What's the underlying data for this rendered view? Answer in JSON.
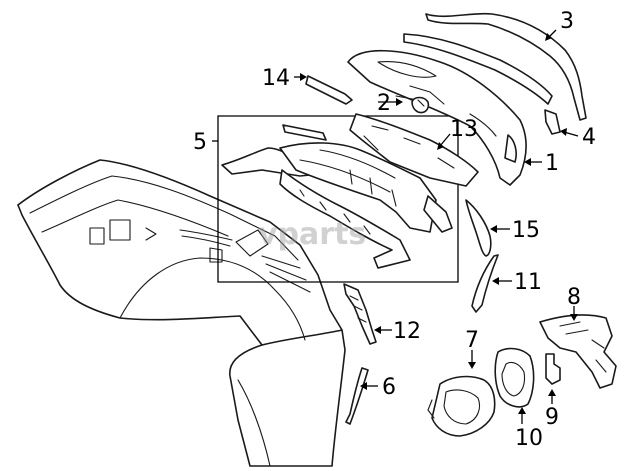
{
  "callouts": [
    {
      "id": "1",
      "label": "1"
    },
    {
      "id": "2",
      "label": "2"
    },
    {
      "id": "3",
      "label": "3"
    },
    {
      "id": "4",
      "label": "4"
    },
    {
      "id": "5",
      "label": "5"
    },
    {
      "id": "6",
      "label": "6"
    },
    {
      "id": "7",
      "label": "7"
    },
    {
      "id": "8",
      "label": "8"
    },
    {
      "id": "9",
      "label": "9"
    },
    {
      "id": "10",
      "label": "10"
    },
    {
      "id": "11",
      "label": "11"
    },
    {
      "id": "12",
      "label": "12"
    },
    {
      "id": "13",
      "label": "13"
    },
    {
      "id": "14",
      "label": "14"
    },
    {
      "id": "15",
      "label": "15"
    }
  ],
  "watermark": "vparts",
  "colors": {
    "line": "#1a1a1a",
    "watermark": "#9a9a9a",
    "background": "#ffffff"
  }
}
